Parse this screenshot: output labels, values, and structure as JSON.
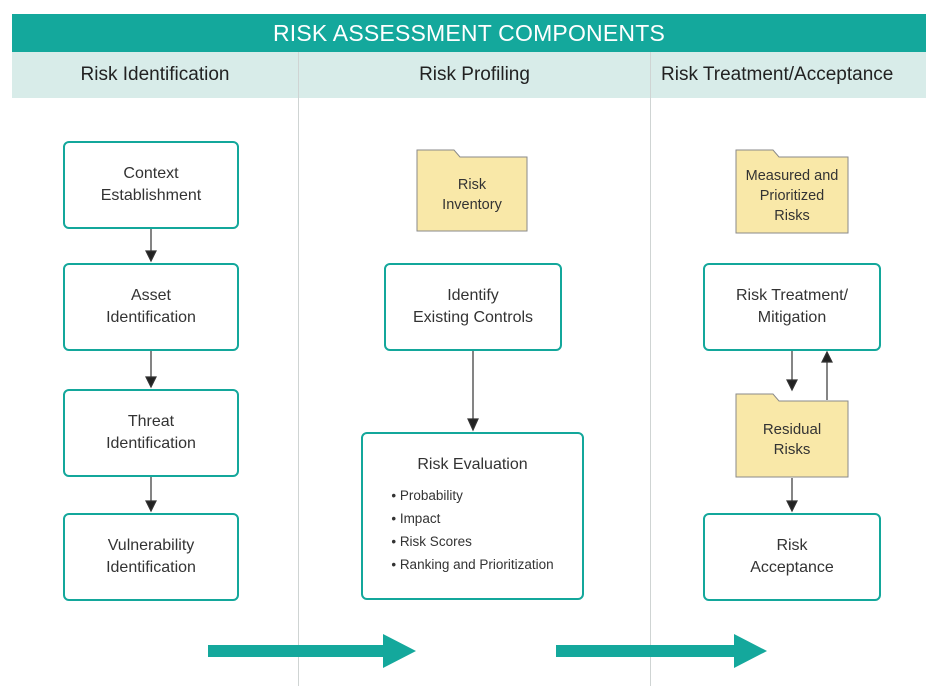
{
  "title": "RISK ASSESSMENT COMPONENTS",
  "columns": [
    {
      "heading": "Risk Identification",
      "steps": [
        [
          "Context",
          "Establishment"
        ],
        [
          "Asset",
          "Identification"
        ],
        [
          "Threat",
          "Identification"
        ],
        [
          "Vulnerability",
          "Identification"
        ]
      ]
    },
    {
      "heading": "Risk Profiling",
      "input_folder": [
        "Risk",
        "Inventory"
      ],
      "step": [
        "Identify",
        "Existing Controls"
      ],
      "evaluation": {
        "title": "Risk Evaluation",
        "bullets": [
          "Probability",
          "Impact",
          "Risk Scores",
          "Ranking and Prioritization"
        ]
      }
    },
    {
      "heading": "Risk Treatment/Acceptance",
      "input_folder": [
        "Measured and",
        "Prioritized",
        "Risks"
      ],
      "step": [
        "Risk Treatment/",
        "Mitigation"
      ],
      "residual_folder": [
        "Residual",
        "Risks"
      ],
      "final_step": [
        "Risk",
        "Acceptance"
      ]
    }
  ],
  "colors": {
    "accent": "#14a89c",
    "header_band": "#d8ece9",
    "folder_fill": "#f9e8a8",
    "folder_stroke": "#8a8a8a"
  }
}
